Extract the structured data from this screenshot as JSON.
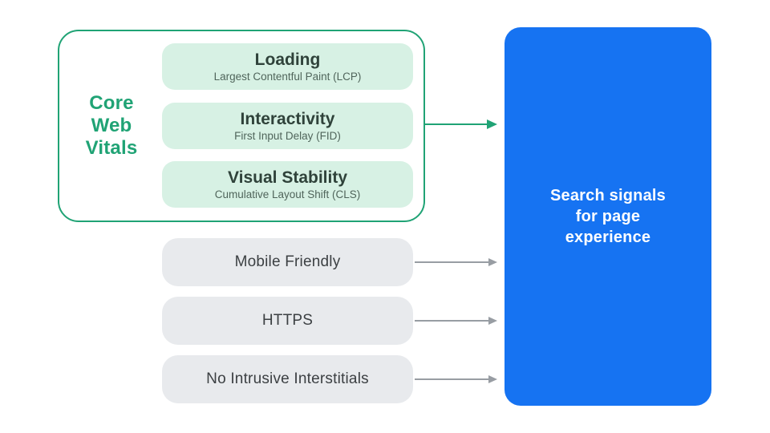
{
  "core_web_vitals": {
    "label": "Core\nWeb\nVitals",
    "items": [
      {
        "title": "Loading",
        "subtitle": "Largest Contentful Paint (LCP)"
      },
      {
        "title": "Interactivity",
        "subtitle": "First Input Delay (FID)"
      },
      {
        "title": "Visual Stability",
        "subtitle": "Cumulative Layout Shift (CLS)"
      }
    ]
  },
  "other_signals": [
    "Mobile Friendly",
    "HTTPS",
    "No Intrusive Interstitials"
  ],
  "result_label": "Search signals\nfor page\nexperience",
  "colors": {
    "green": "#20A375",
    "green_light": "#D7F1E4",
    "blue": "#1673F2",
    "gray_box": "#E8EAED",
    "gray_arrow": "#989DA3",
    "title_dark": "#2F423A",
    "subtitle": "#50655B",
    "gray_text": "#3C4043",
    "white": "#FFFFFF"
  }
}
